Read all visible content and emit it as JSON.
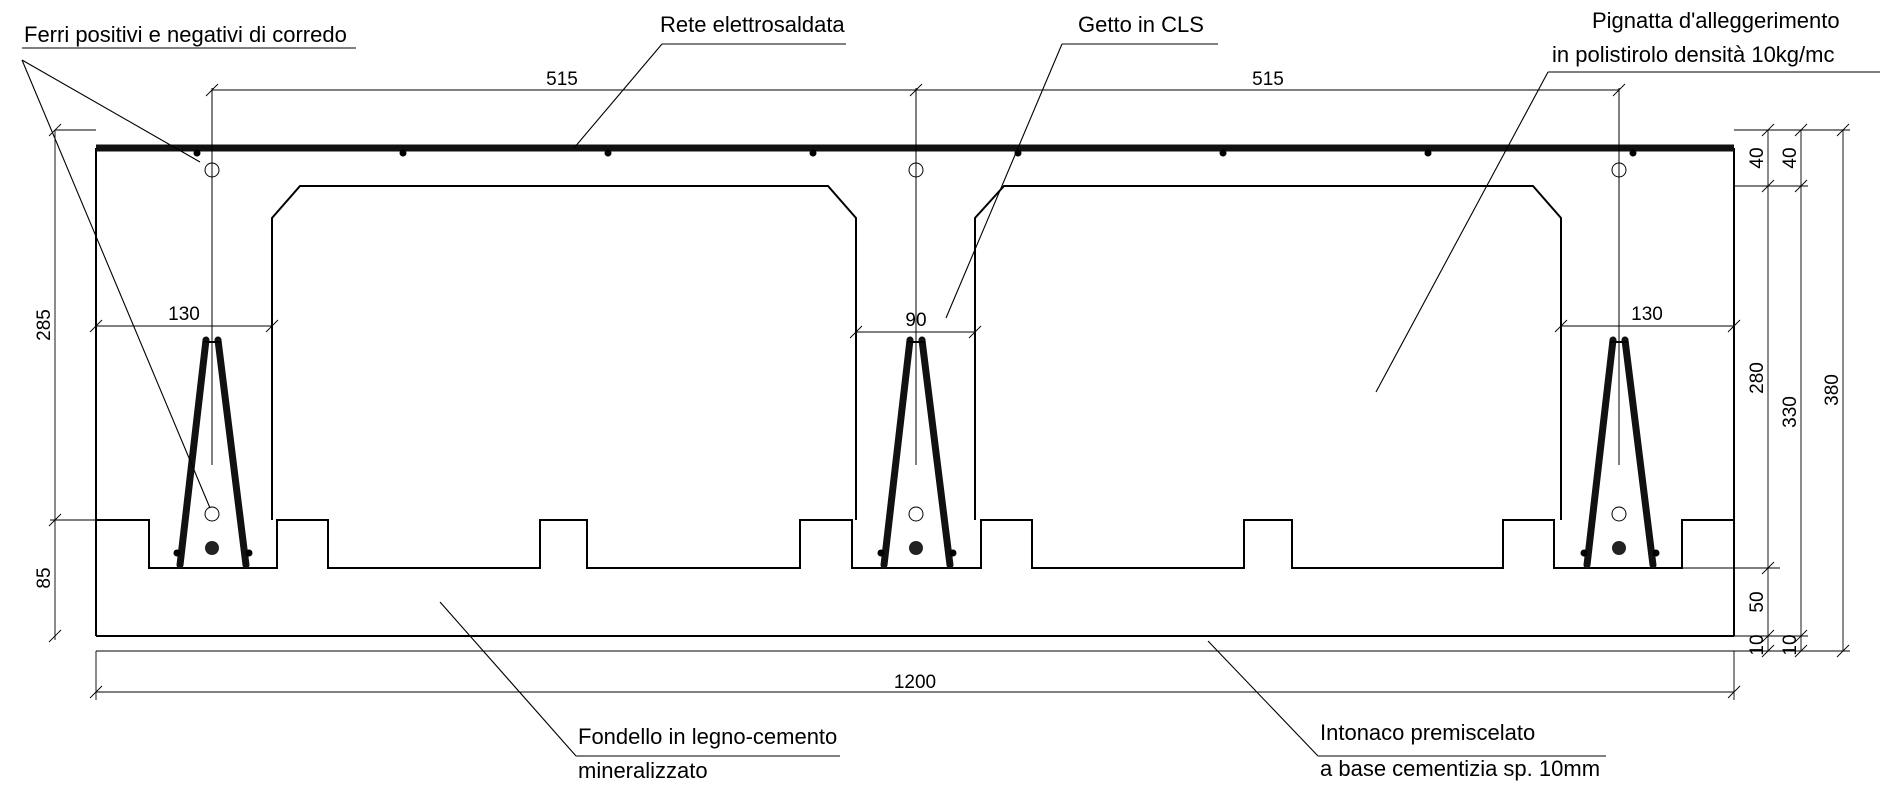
{
  "labels": {
    "ferri": "Ferri positivi e negativi di corredo",
    "rete": "Rete elettrosaldata",
    "getto": "Getto in CLS",
    "pignatta_1": "Pignatta d'alleggerimento",
    "pignatta_2": "in polistirolo densità 10kg/mc",
    "fondello_1": "Fondello in legno-cemento",
    "fondello_2": "mineralizzato",
    "intonaco_1": "Intonaco premiscelato",
    "intonaco_2": "a base cementizia sp. 10mm"
  },
  "dimensions": {
    "span_left": "515",
    "span_right": "515",
    "rib_left": "130",
    "rib_center": "90",
    "rib_right": "130",
    "total_width": "1200",
    "left_upper": "285",
    "left_lower": "85",
    "right_top_a": "40",
    "right_top_b": "40",
    "right_mid_a": "280",
    "right_mid_b": "330",
    "right_total": "380",
    "right_low": "50",
    "right_bot_a": "10",
    "right_bot_b": "10"
  }
}
